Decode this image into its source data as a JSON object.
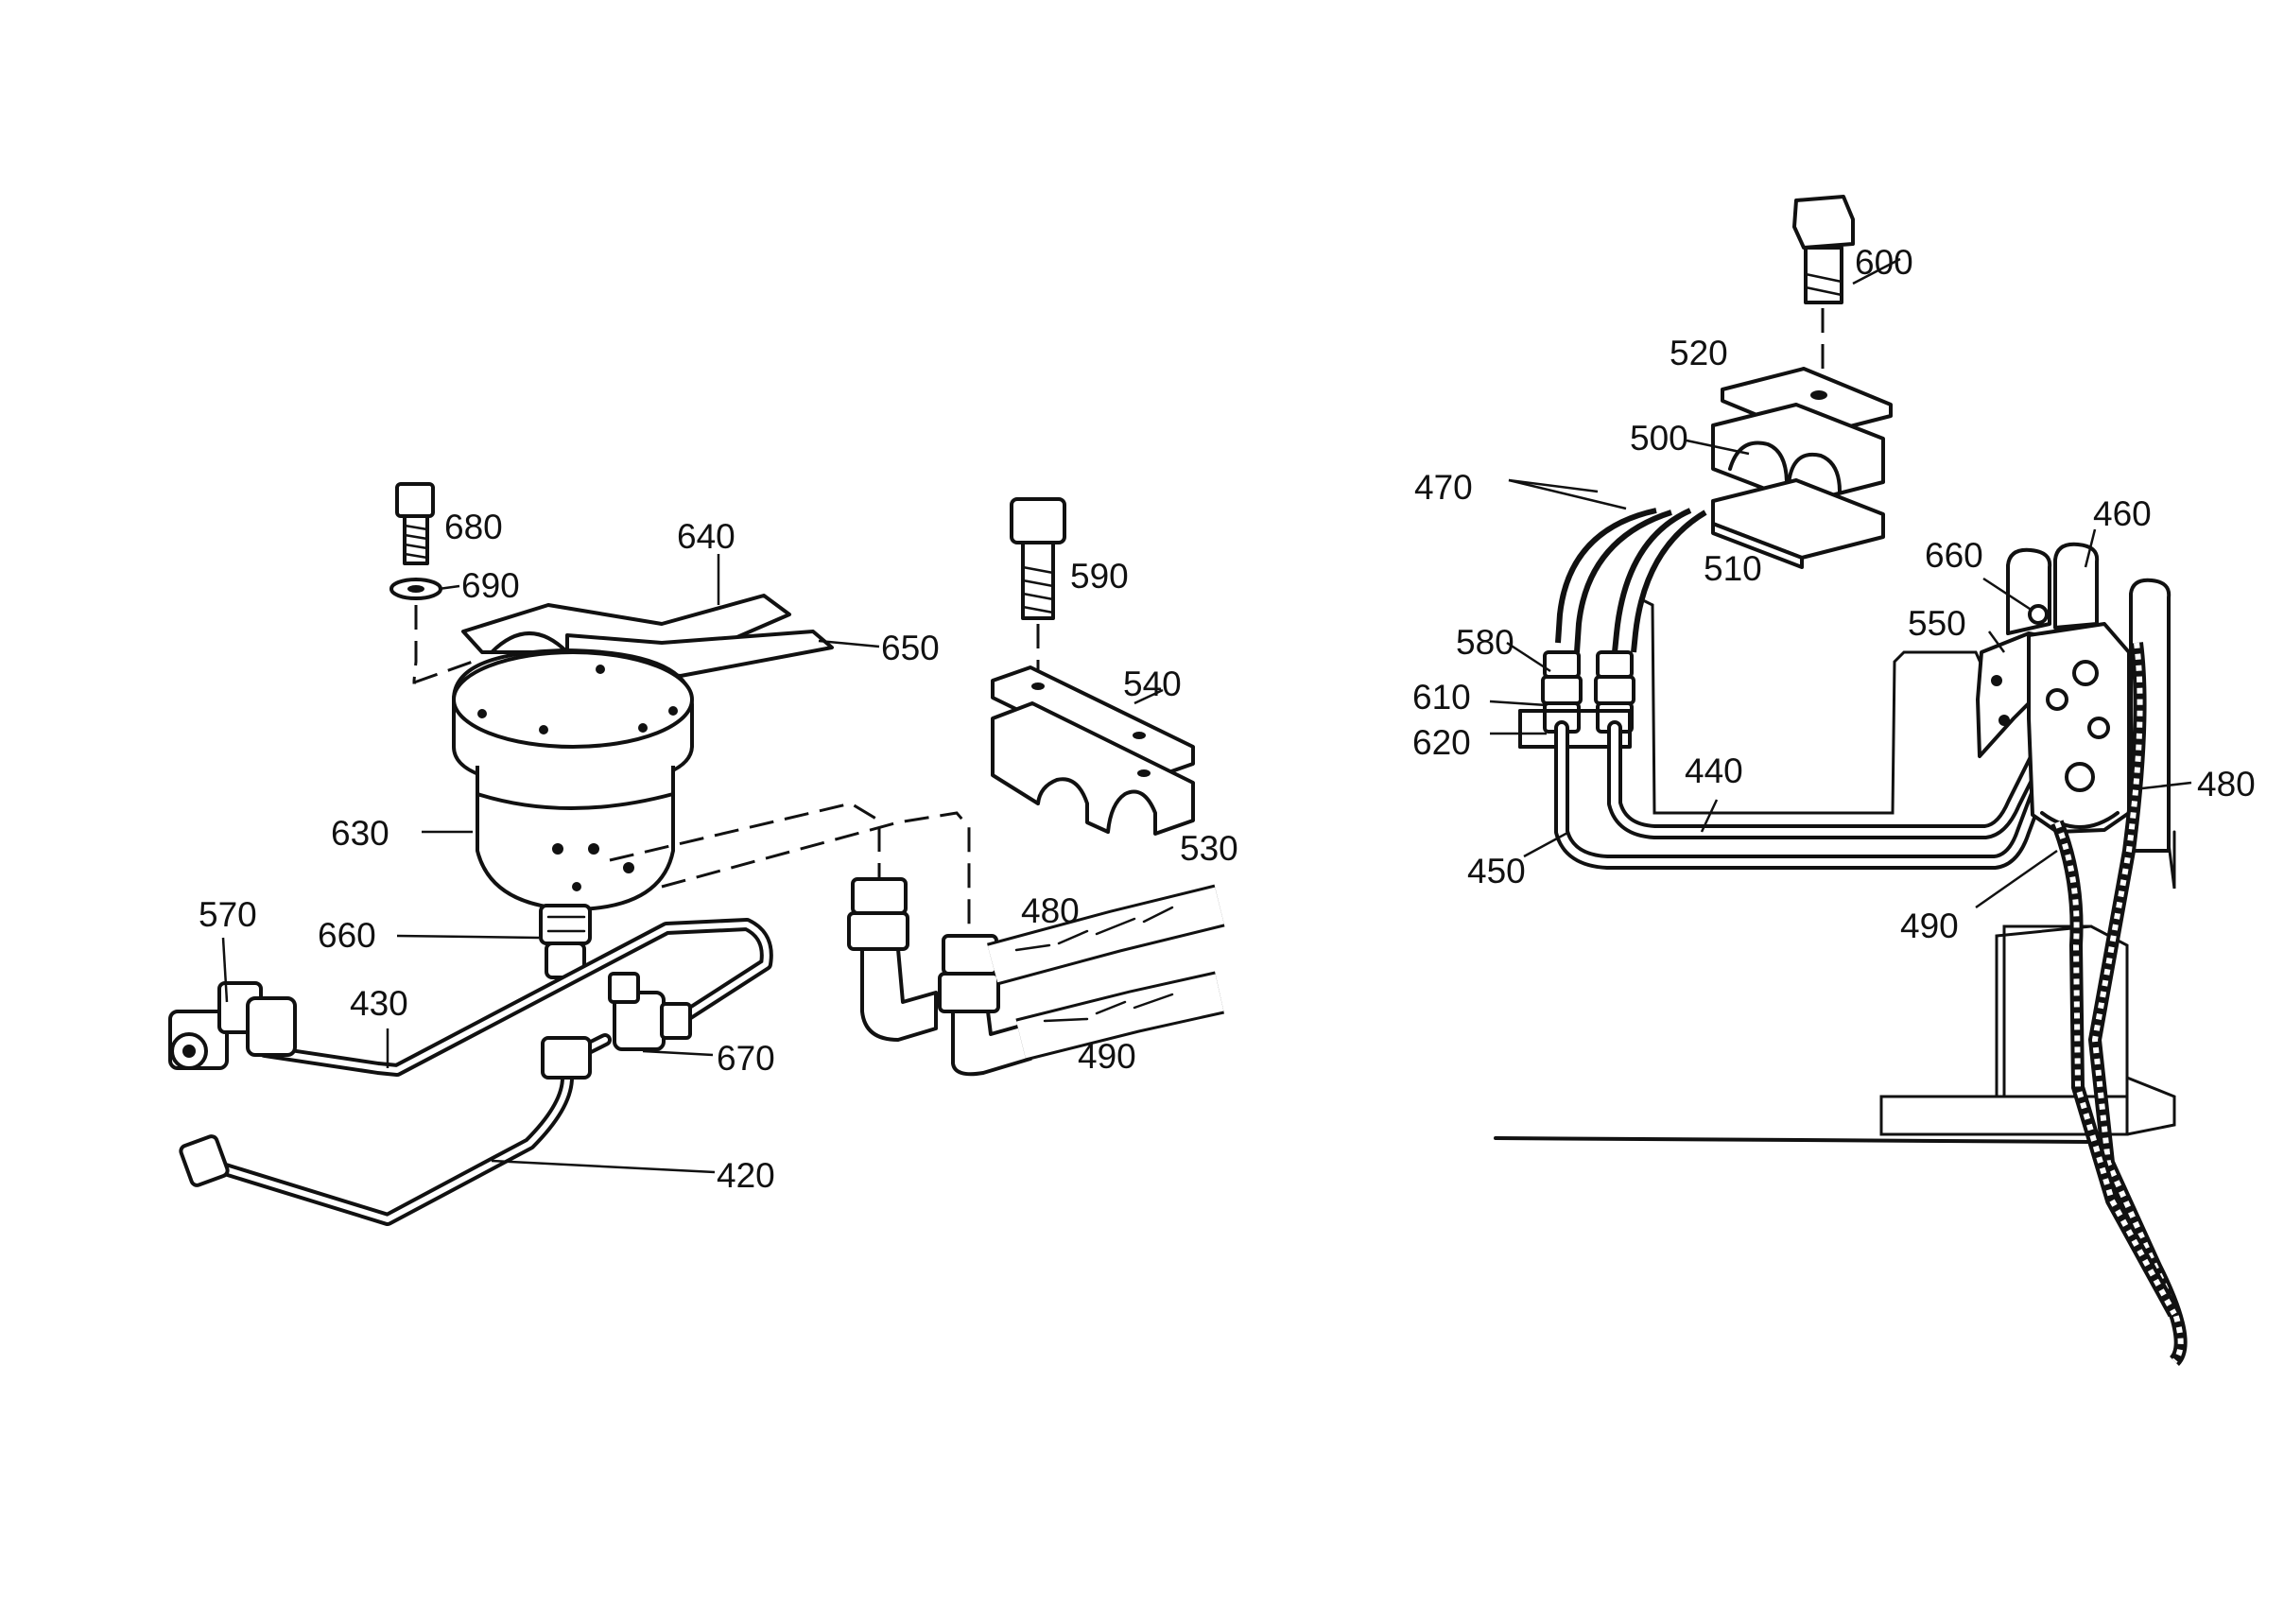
{
  "labels": {
    "l680": "680",
    "l690": "690",
    "l640": "640",
    "l650": "650",
    "l590": "590",
    "l540": "540",
    "l530": "530",
    "l630": "630",
    "l570": "570",
    "l660a": "660",
    "l430": "430",
    "l670": "670",
    "l420": "420",
    "l480a": "480",
    "l490a": "490",
    "l600": "600",
    "l520": "520",
    "l500": "500",
    "l470": "470",
    "l510": "510",
    "l460": "460",
    "l660b": "660",
    "l550": "550",
    "l580": "580",
    "l610": "610",
    "l620": "620",
    "l440": "440",
    "l450": "450",
    "l480b": "480",
    "l490b": "490"
  }
}
